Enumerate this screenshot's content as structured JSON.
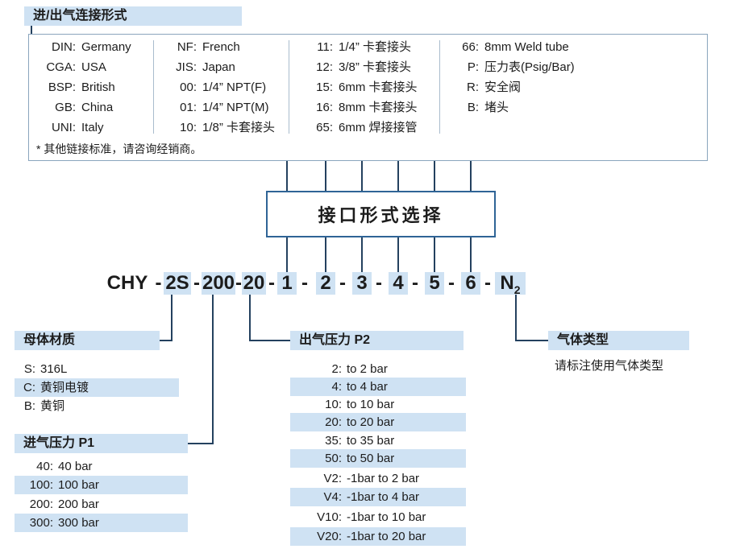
{
  "colors": {
    "highlight": "#cfe2f3",
    "line": "#24415f",
    "box_border": "#8aa5bd",
    "selector_border": "#2f6496"
  },
  "connection": {
    "title": "进/出气连接形式",
    "note": "* 其他链接标准，请咨询经销商。",
    "col1": [
      {
        "code": "DIN:",
        "desc": "Germany"
      },
      {
        "code": "CGA:",
        "desc": "USA"
      },
      {
        "code": "BSP:",
        "desc": "British"
      },
      {
        "code": "GB:",
        "desc": "China"
      },
      {
        "code": "UNI:",
        "desc": "Italy"
      }
    ],
    "col2": [
      {
        "code": "NF:",
        "desc": "French"
      },
      {
        "code": "JIS:",
        "desc": "Japan"
      },
      {
        "code": "00:",
        "desc": "1/4” NPT(F)"
      },
      {
        "code": "01:",
        "desc": "1/4” NPT(M)"
      },
      {
        "code": "10:",
        "desc": "1/8” 卡套接头"
      }
    ],
    "col3": [
      {
        "code": "11:",
        "desc": "1/4” 卡套接头"
      },
      {
        "code": "12:",
        "desc": "3/8” 卡套接头"
      },
      {
        "code": "15:",
        "desc": "6mm 卡套接头"
      },
      {
        "code": "16:",
        "desc": "8mm 卡套接头"
      },
      {
        "code": "65:",
        "desc": "6mm 焊接接管"
      }
    ],
    "col4": [
      {
        "code": "66:",
        "desc": "8mm Weld tube"
      },
      {
        "code": "P:",
        "desc": "压力表(Psig/Bar)"
      },
      {
        "code": "R:",
        "desc": "安全阀"
      },
      {
        "code": "B:",
        "desc": "堵头"
      }
    ]
  },
  "selector": {
    "label": "接口形式选择"
  },
  "model_code": {
    "prefix": "CHY",
    "dash": "-",
    "material": "2S",
    "inlet_pressure": "200",
    "outlet_pressure": "20",
    "ports": [
      "1",
      "2",
      "3",
      "4",
      "5",
      "6"
    ],
    "gas_main": "N",
    "gas_sub": "2"
  },
  "material": {
    "title": "母体材质",
    "items": [
      {
        "code": "S:",
        "desc": "316L"
      },
      {
        "code": "C:",
        "desc": "黄铜电镀"
      },
      {
        "code": "B:",
        "desc": "黄铜"
      }
    ]
  },
  "inlet_pressure": {
    "title": "进气压力 P1",
    "items": [
      {
        "code": "40:",
        "desc": "40 bar"
      },
      {
        "code": "100:",
        "desc": "100 bar"
      },
      {
        "code": "200:",
        "desc": "200 bar"
      },
      {
        "code": "300:",
        "desc": "300 bar"
      }
    ]
  },
  "outlet_pressure": {
    "title": "出气压力 P2",
    "items": [
      {
        "code": "2:",
        "desc": "to 2 bar"
      },
      {
        "code": "4:",
        "desc": "to 4 bar"
      },
      {
        "code": "10:",
        "desc": "to 10 bar"
      },
      {
        "code": "20:",
        "desc": "to 20 bar"
      },
      {
        "code": "35:",
        "desc": "to 35 bar"
      },
      {
        "code": "50:",
        "desc": "to 50 bar"
      },
      {
        "code": "V2:",
        "desc": "-1bar to 2 bar"
      },
      {
        "code": "V4:",
        "desc": "-1bar to 4 bar"
      },
      {
        "code": "V10:",
        "desc": "-1bar to 10 bar"
      },
      {
        "code": "V20:",
        "desc": "-1bar to 20 bar"
      }
    ]
  },
  "gas": {
    "title": "气体类型",
    "note": "请标注使用气体类型"
  }
}
